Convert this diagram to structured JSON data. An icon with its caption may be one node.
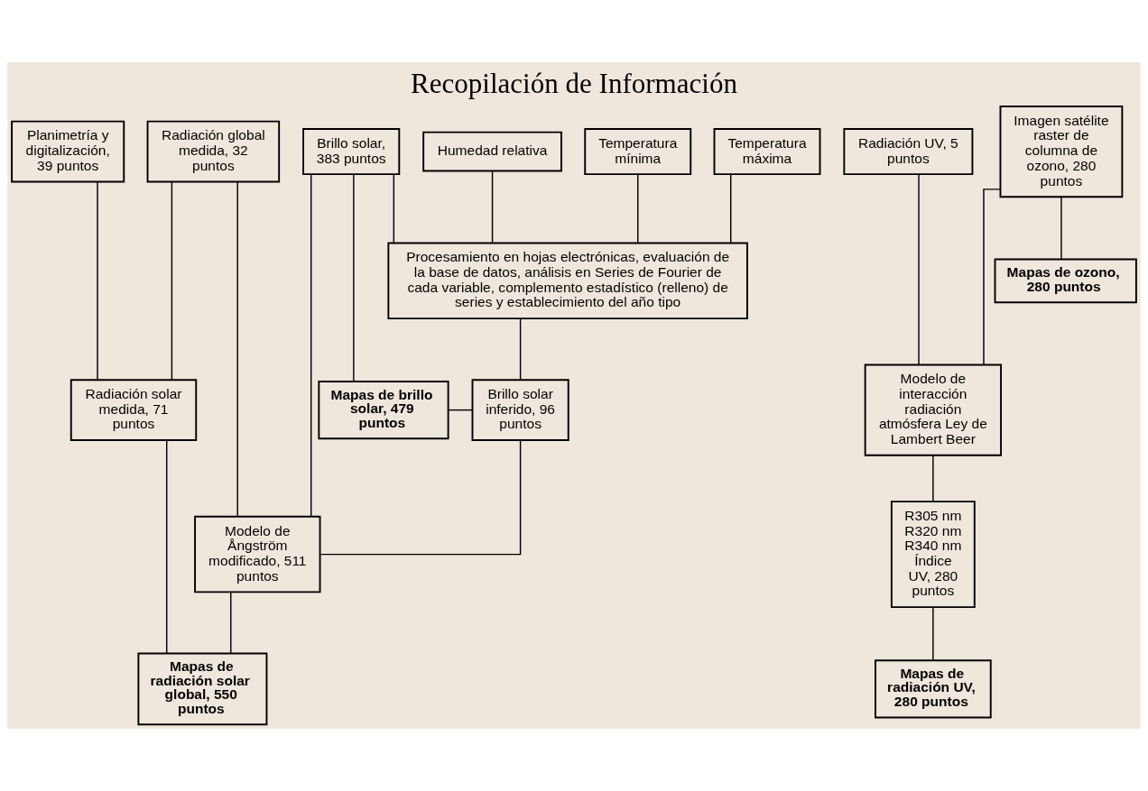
{
  "diagram": {
    "title": "Recopilación de Información",
    "nodes": [
      {
        "text": [
          "Planimetría y digitalización, 39 puntos"
        ]
      },
      {
        "text": [
          "Radiación global medida, 32 puntos"
        ]
      },
      {
        "text": [
          "Brillo solar, 383 puntos"
        ]
      },
      {
        "text": [
          "Humedad relativa"
        ]
      },
      {
        "text": [
          "Temperatura mínima"
        ]
      },
      {
        "text": [
          "Temperatura máxima"
        ]
      },
      {
        "text": [
          "Radiación UV, 5 puntos"
        ]
      },
      {
        "text": [
          "Imagen satélite raster de columna de ozono, 280 puntos"
        ]
      },
      {
        "text": [
          "Procesamiento en hojas electrónicas, evaluación de la base de datos, análisis en Series de Fourier de cada variable, complemento estadístico (relleno) de series y establecimiento del año tipo"
        ]
      },
      {
        "text": [
          "Radiación solar medida, 71 puntos"
        ]
      },
      {
        "text": [
          "Mapas de brillo solar, 479 puntos"
        ]
      },
      {
        "text": [
          "Brillo solar inferido, 96 puntos"
        ]
      },
      {
        "text": [
          "Modelo de interacción radiación atmósfera Ley de Lambert Beer"
        ]
      },
      {
        "text": [
          "Modelo de Ångström modificado, 511 puntos"
        ]
      },
      {
        "text": [
          "R305 nm R320 nm R340 nm Índice UV, 280 puntos"
        ]
      },
      {
        "text": [
          "Mapas de radiación solar global, 550 puntos"
        ]
      },
      {
        "text": [
          "Mapas de radiación UV, 280 puntos"
        ]
      },
      {
        "text": [
          "Mapas de ozono, 280 puntos"
        ]
      }
    ],
    "edges": [
      {
        "from": 0,
        "to": 9,
        "arrow": "none"
      },
      {
        "from": 1,
        "to": 9,
        "arrow": "none"
      },
      {
        "from": 1,
        "to": 13,
        "arrow": "none"
      },
      {
        "from": 2,
        "to": 8,
        "arrow": "none"
      },
      {
        "from": 2,
        "to": 10,
        "arrow": "none"
      },
      {
        "from": 2,
        "to": 13,
        "arrow": "none"
      },
      {
        "from": 3,
        "to": 8,
        "arrow": "none"
      },
      {
        "from": 4,
        "to": 8,
        "arrow": "none"
      },
      {
        "from": 5,
        "to": 8,
        "arrow": "none"
      },
      {
        "from": 8,
        "to": 11,
        "arrow": "none"
      },
      {
        "from": 10,
        "to": 11,
        "arrow": "none"
      },
      {
        "from": 11,
        "to": 13,
        "arrow": "none"
      },
      {
        "from": 9,
        "to": 15,
        "arrow": "none"
      },
      {
        "from": 13,
        "to": 15,
        "arrow": "none"
      },
      {
        "from": 6,
        "to": 12,
        "arrow": "none"
      },
      {
        "from": 7,
        "to": 12,
        "arrow": "none"
      },
      {
        "from": 7,
        "to": 17,
        "arrow": "none"
      },
      {
        "from": 12,
        "to": 14,
        "arrow": "none"
      },
      {
        "from": 14,
        "to": 16,
        "arrow": "none"
      }
    ]
  }
}
